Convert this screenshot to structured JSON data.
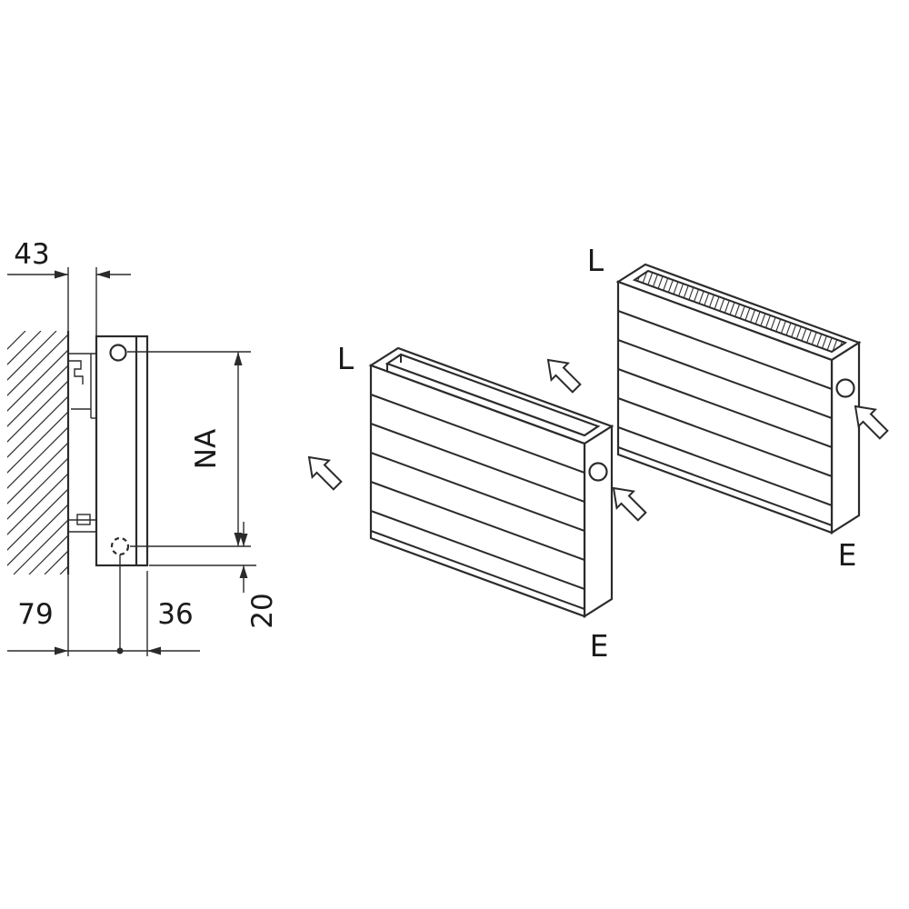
{
  "diagram": {
    "side_view": {
      "wall_clearance": "43",
      "hub_distance": "NA",
      "wall_to_pipe_center": "79",
      "pipe_center_to_front": "36",
      "bottom_offset": "20"
    },
    "radiator_a": {
      "supply_label": "L",
      "return_label": "E"
    },
    "radiator_b": {
      "supply_label": "L",
      "return_label": "E"
    },
    "icons": {
      "flow_arrow": "outlined arrow pointing up-left"
    },
    "colors": {
      "line": "#2b2b2b",
      "background": "#ffffff",
      "text": "#1a1a1a"
    }
  }
}
